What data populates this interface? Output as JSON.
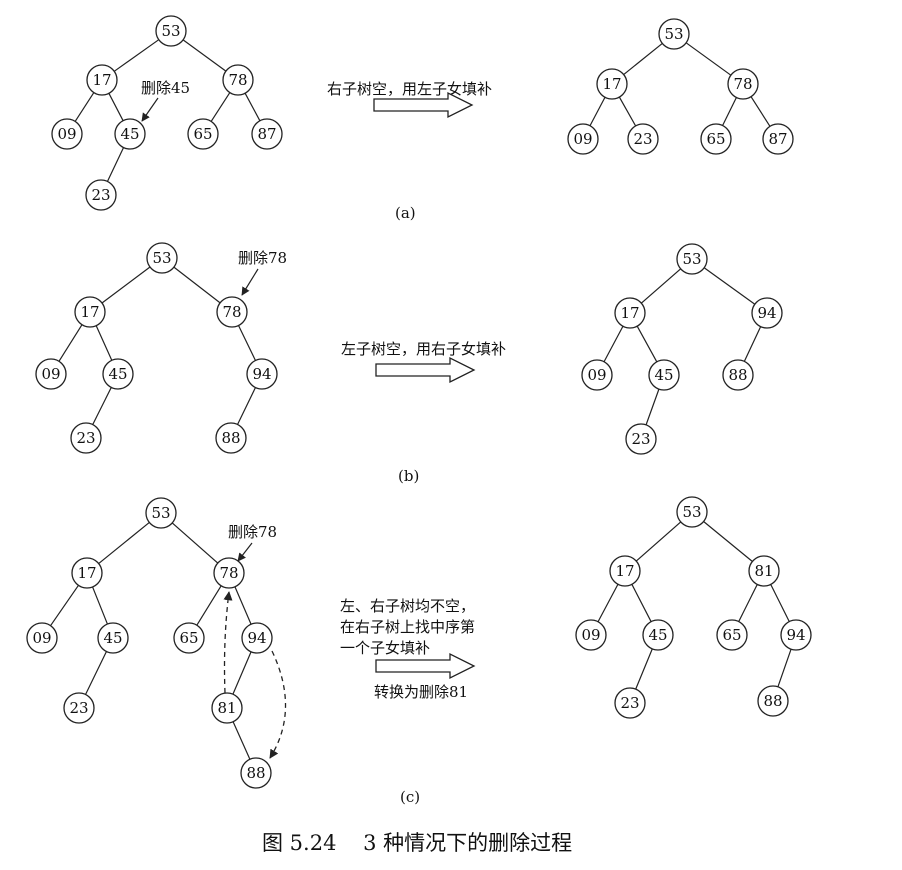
{
  "caption": "图 5.24    3 种情况下的删除过程",
  "panels": [
    {
      "id": "a",
      "sublabel": "(a)",
      "description_lines": [
        "右子树空，用左子女填补"
      ],
      "note": "",
      "before": {
        "nodes": [
          "53",
          "17",
          "78",
          "09",
          "45",
          "65",
          "87",
          "23"
        ],
        "edges": [
          [
            "53",
            "17"
          ],
          [
            "53",
            "78"
          ],
          [
            "17",
            "09"
          ],
          [
            "17",
            "45"
          ],
          [
            "78",
            "65"
          ],
          [
            "78",
            "87"
          ],
          [
            "45",
            "23"
          ]
        ],
        "delete_label": "删除45",
        "delete_target": "45"
      },
      "after": {
        "nodes": [
          "53",
          "17",
          "78",
          "09",
          "23",
          "65",
          "87"
        ],
        "edges": [
          [
            "53",
            "17"
          ],
          [
            "53",
            "78"
          ],
          [
            "17",
            "09"
          ],
          [
            "17",
            "23"
          ],
          [
            "78",
            "65"
          ],
          [
            "78",
            "87"
          ]
        ]
      }
    },
    {
      "id": "b",
      "sublabel": "(b)",
      "description_lines": [
        "左子树空，用右子女填补"
      ],
      "note": "",
      "before": {
        "nodes": [
          "53",
          "17",
          "78",
          "09",
          "45",
          "94",
          "23",
          "88"
        ],
        "edges": [
          [
            "53",
            "17"
          ],
          [
            "53",
            "78"
          ],
          [
            "17",
            "09"
          ],
          [
            "17",
            "45"
          ],
          [
            "78",
            "94"
          ],
          [
            "45",
            "23"
          ],
          [
            "94",
            "88"
          ]
        ],
        "delete_label": "删除78",
        "delete_target": "78"
      },
      "after": {
        "nodes": [
          "53",
          "17",
          "94",
          "09",
          "45",
          "88",
          "23"
        ],
        "edges": [
          [
            "53",
            "17"
          ],
          [
            "53",
            "94"
          ],
          [
            "17",
            "09"
          ],
          [
            "17",
            "45"
          ],
          [
            "94",
            "88"
          ],
          [
            "45",
            "23"
          ]
        ]
      }
    },
    {
      "id": "c",
      "sublabel": "(c)",
      "description_lines": [
        "左、右子树均不空，",
        "在右子树上找中序第",
        "一个子女填补"
      ],
      "note": "转换为删除81",
      "before": {
        "nodes": [
          "53",
          "17",
          "78",
          "09",
          "45",
          "65",
          "94",
          "23",
          "81",
          "88"
        ],
        "edges": [
          [
            "53",
            "17"
          ],
          [
            "53",
            "78"
          ],
          [
            "17",
            "09"
          ],
          [
            "17",
            "45"
          ],
          [
            "78",
            "65"
          ],
          [
            "78",
            "94"
          ],
          [
            "45",
            "23"
          ],
          [
            "94",
            "81"
          ],
          [
            "81",
            "88"
          ]
        ],
        "delete_label": "删除78",
        "delete_target": "78"
      },
      "after": {
        "nodes": [
          "53",
          "17",
          "81",
          "09",
          "45",
          "65",
          "94",
          "23",
          "88"
        ],
        "edges": [
          [
            "53",
            "17"
          ],
          [
            "53",
            "81"
          ],
          [
            "17",
            "09"
          ],
          [
            "17",
            "45"
          ],
          [
            "81",
            "65"
          ],
          [
            "81",
            "94"
          ],
          [
            "45",
            "23"
          ],
          [
            "94",
            "88"
          ]
        ]
      }
    }
  ]
}
